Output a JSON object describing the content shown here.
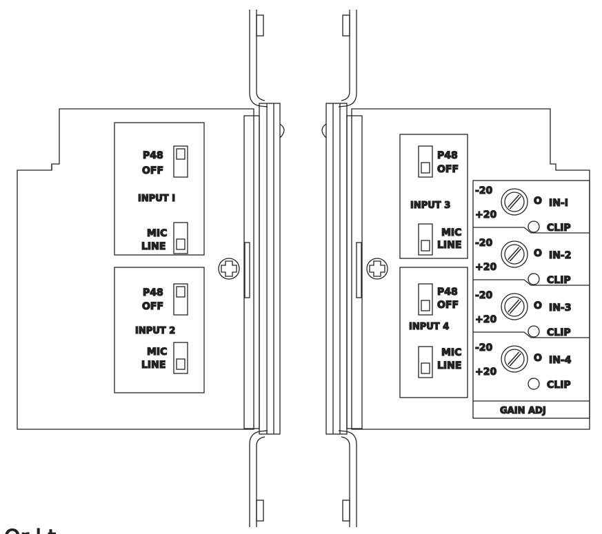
{
  "left_unit": {
    "input1": {
      "phantom_on": "P48",
      "phantom_off": "OFF",
      "title": "INPUT I",
      "mode_a": "MIC",
      "mode_b": "LINE"
    },
    "input2": {
      "phantom_on": "P48",
      "phantom_off": "OFF",
      "title": "INPUT 2",
      "mode_a": "MIC",
      "mode_b": "LINE"
    }
  },
  "right_unit": {
    "input3": {
      "phantom_on": "P48",
      "phantom_off": "OFF",
      "title": "INPUT 3",
      "mode_a": "MIC",
      "mode_b": "LINE"
    },
    "input4": {
      "phantom_on": "P48",
      "phantom_off": "OFF",
      "title": "INPUT 4",
      "mode_a": "MIC",
      "mode_b": "LINE"
    },
    "gain": {
      "channels": [
        {
          "min": "-20",
          "max": "+20",
          "zero": "O",
          "name": "IN-I",
          "clip": "CLIP"
        },
        {
          "min": "-20",
          "max": "+20",
          "zero": "O",
          "name": "IN-2",
          "clip": "CLIP"
        },
        {
          "min": "-20",
          "max": "+20",
          "zero": "O",
          "name": "IN-3",
          "clip": "CLIP"
        },
        {
          "min": "-20",
          "max": "+20",
          "zero": "O",
          "name": "IN-4",
          "clip": "CLIP"
        }
      ],
      "title": "GAIN ADJ"
    }
  },
  "caption_fragment": "Or l  t"
}
